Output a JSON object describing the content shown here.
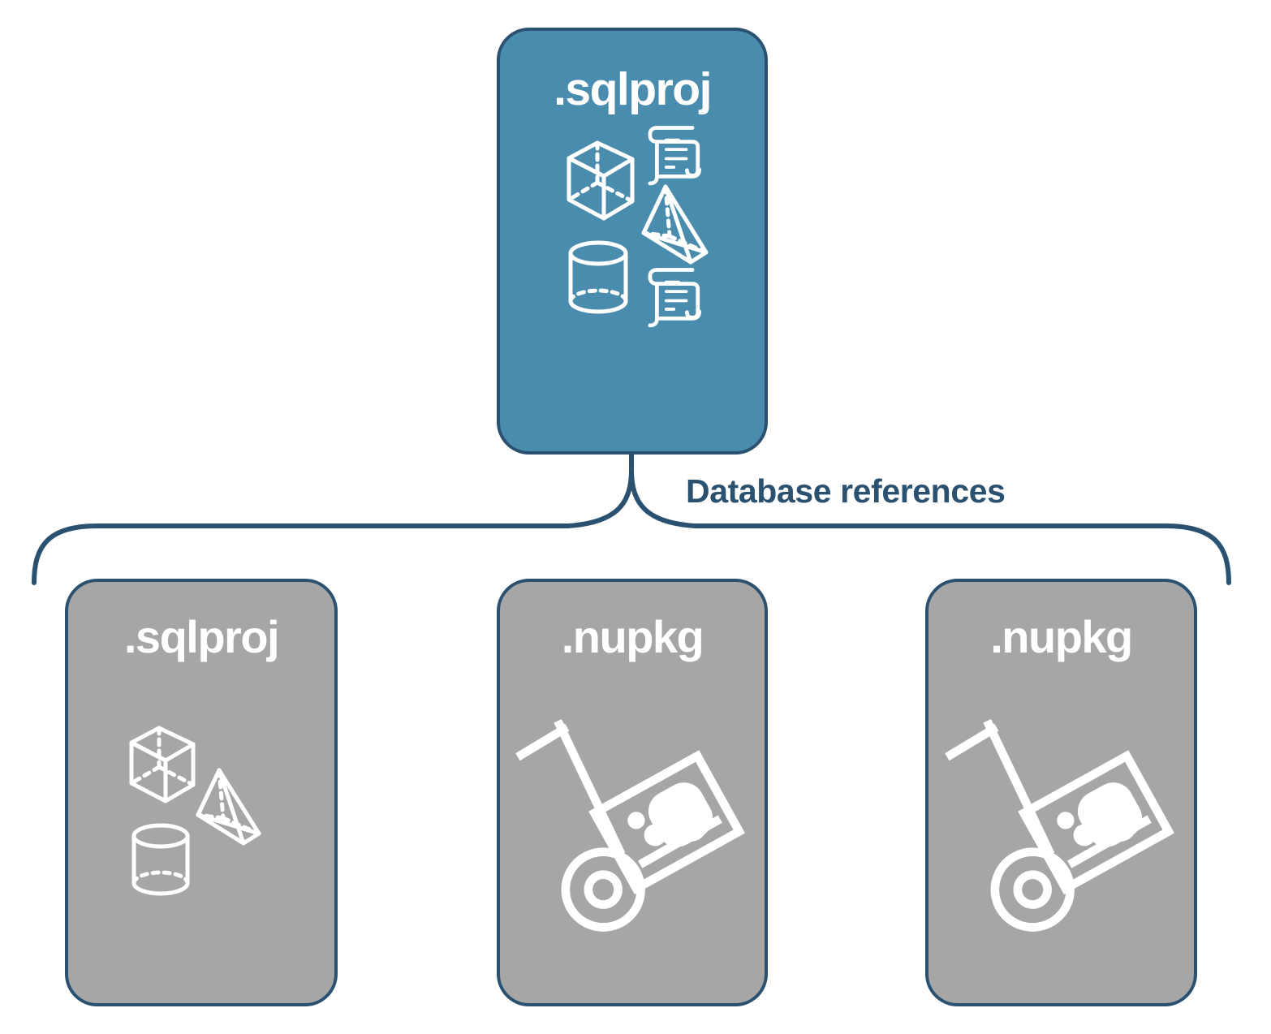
{
  "diagram": {
    "title": "Database references",
    "colors": {
      "primary_fill": "#4a8cae",
      "secondary_fill": "#a6a6a6",
      "stroke": "#2b5171",
      "label_text": "#2b5171",
      "node_text": "#ffffff",
      "background": "#ffffff"
    },
    "connector": {
      "label": "Database references",
      "name": "curly-brace-connector"
    },
    "root": {
      "title": ".sqlproj",
      "fill": "primary",
      "icons": [
        "cube-icon",
        "scroll-icon",
        "pyramid-icon",
        "cylinder-icon",
        "scroll-icon"
      ]
    },
    "references": [
      {
        "title": ".sqlproj",
        "fill": "secondary",
        "icons": [
          "cube-icon",
          "pyramid-icon",
          "cylinder-icon"
        ]
      },
      {
        "title": ".nupkg",
        "fill": "secondary",
        "icons": [
          "hand-truck-package-icon"
        ]
      },
      {
        "title": ".nupkg",
        "fill": "secondary",
        "icons": [
          "hand-truck-package-icon"
        ]
      }
    ]
  }
}
